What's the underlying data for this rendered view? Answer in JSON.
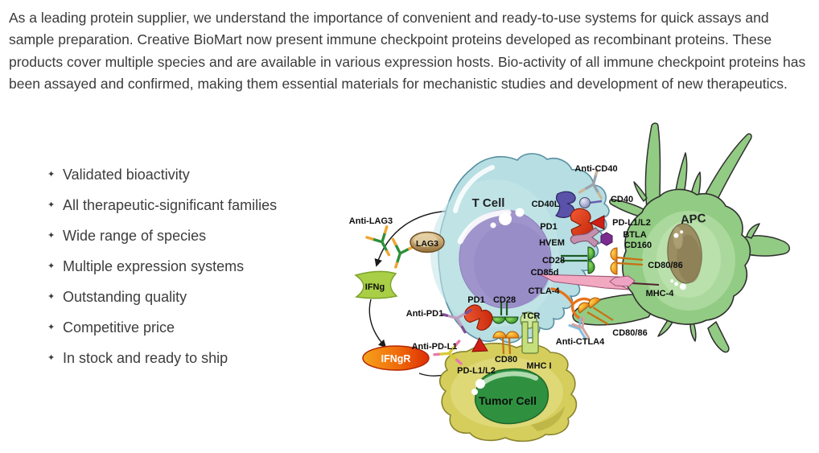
{
  "intro_paragraph": "As a leading protein supplier, we understand the importance of convenient and ready-to-use systems for quick assays and sample preparation. Creative BioMart now present immune checkpoint proteins developed as recombinant proteins. These products cover multiple species and are available in various expression hosts. Bio-activity of all immune checkpoint proteins has been assayed and confirmed, making them essential materials for mechanistic studies and development of new therapeutics.",
  "features": {
    "bullet_glyph": "✦",
    "items": [
      "Validated bioactivity",
      "All therapeutic-significant families",
      "Wide range of species",
      "Multiple expression systems",
      "Outstanding quality",
      "Competitive price",
      "In stock and ready to ship"
    ]
  },
  "diagram": {
    "cells": {
      "t_cell": "T Cell",
      "apc": "APC",
      "tumor_cell": "Tumor Cell"
    },
    "labels": {
      "anti_cd40": "Anti-CD40",
      "cd40": "CD40",
      "cd40l": "CD40L",
      "pd1_top": "PD1",
      "pd_l1_l2_top": "PD-L1/L2",
      "hvem": "HVEM",
      "btla": "BTLA",
      "cd160": "CD160",
      "cd28_top": "CD28",
      "cd80_86_top": "CD80/86",
      "cd85d": "CD85d",
      "ctla4": "CTLA-4",
      "mhc4": "MHC-4",
      "cd80_86_bottom": "CD80/86",
      "anti_ctla4": "Anti-CTLA4",
      "pd1_bottom": "PD1",
      "cd28_bottom": "CD28",
      "tcr": "TCR",
      "anti_pd1": "Anti-PD1",
      "anti_pd_l1": "Anti-PD-L1",
      "pd_l1_l2_bottom": "PD-L1/L2",
      "cd80": "CD80",
      "mhc1": "MHC I",
      "anti_lag3": "Anti-LAG3",
      "lag3": "LAG3",
      "ifng": "IFNg",
      "ifngr": "IFNgR"
    },
    "colors": {
      "t_cell_body": "#b7dee2",
      "t_cell_nucleus": "#a094cc",
      "apc_body": "#92cb83",
      "apc_nucleus": "#9b8e63",
      "tumor_body": "#d5ce5c",
      "tumor_nucleus": "#2f9140",
      "pd1_red": "#d63a1e",
      "orange_receptor": "#ef8b1a",
      "green_receptor": "#3aa32e",
      "cd40l_purple": "#5952a8",
      "btla_purple": "#7b2d8e",
      "pink_receptor": "#f2a8c0",
      "ifngr_gradient_end": "#dd2e05",
      "lag3_tan": "#b08d54"
    }
  }
}
